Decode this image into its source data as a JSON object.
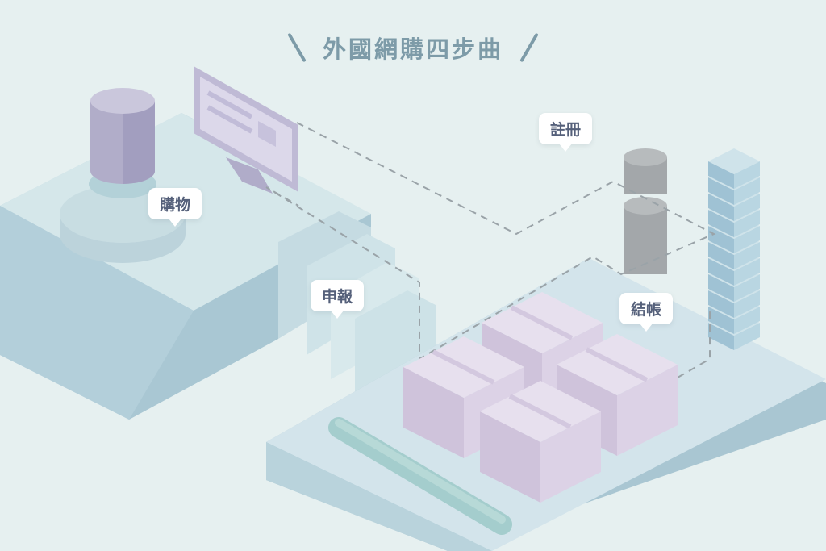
{
  "title": "外國網購四步曲",
  "steps": {
    "shop": "購物",
    "register": "註冊",
    "declare": "申報",
    "checkout": "結帳"
  },
  "colors": {
    "background": "#e6f0f0",
    "platform_top": "#d3e6ea",
    "platform_side": "#b5d1dc",
    "boxes": "#d8cce0",
    "title": "#7d9ba8",
    "label_text": "#55607a"
  },
  "icons": [
    "cylinder-icon",
    "monitor-icon",
    "coin-stack-icon",
    "block-tower-icon",
    "parcel-box-icon",
    "pipe-icon"
  ]
}
